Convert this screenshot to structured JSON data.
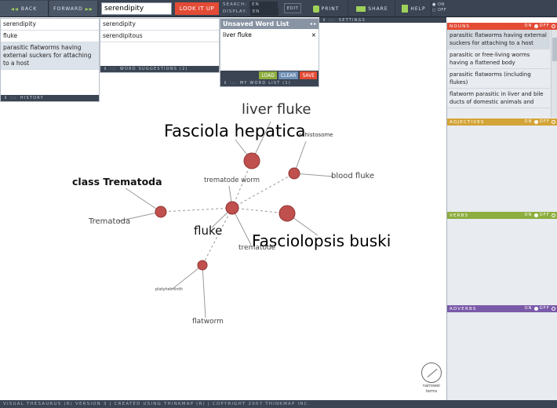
{
  "toolbar": {
    "back_label": "BACK",
    "forward_label": "FORWARD",
    "search_value": "serendipity",
    "lookup_label": "LOOK IT UP",
    "search_lang_label": "SEARCH:",
    "search_lang_value": "EN",
    "display_lang_label": "DISPLAY:",
    "display_lang_value": "EN",
    "edit_label": "EDIT",
    "print_label": "PRINT",
    "share_label": "SHARE",
    "help_label": "HELP",
    "on_label": "ON",
    "off_label": "OFF"
  },
  "history": {
    "items": [
      "serendipity",
      "fluke",
      "parasitic flatworms having external suckers for attaching to a host"
    ],
    "footer_label": "HISTORY"
  },
  "suggestions": {
    "items": [
      "serendipity",
      "serendipitous"
    ],
    "footer_label": "WORD SUGGESTIONS (2)"
  },
  "word_list": {
    "title": "Unsaved Word List",
    "items": [
      "liver fluke"
    ],
    "load_label": "LOAD",
    "clear_label": "CLEAR",
    "save_label": "SAVE",
    "footer_label": "MY WORD LIST (1)"
  },
  "settings_label": "SETTINGS",
  "graph": {
    "labels": {
      "liver_fluke": "liver fluke",
      "fasciola": "Fasciola hepatica",
      "schistosome": "schistosome",
      "blood_fluke": "blood fluke",
      "trematode_worm": "trematode worm",
      "class_trematoda": "class Trematoda",
      "trematoda": "Trematoda",
      "fluke": "fluke",
      "fasciolopsis": "Fasciolopsis buski",
      "trematode": "trematode",
      "platyhelminth": "platyhelminth",
      "flatworm": "flatworm"
    },
    "node_color": "#c0504d"
  },
  "sidebar": {
    "nouns_label": "NOUNS",
    "nouns": [
      "parasitic flatworms having external suckers for attaching to a host",
      "parasitic or free-living worms having a flattened body",
      "parasitic flatworms (including flukes)",
      "flatworm parasitic in liver and bile ducts of domestic animals and"
    ],
    "adjectives_label": "ADJECTIVES",
    "verbs_label": "VERBS",
    "adverbs_label": "ADVERBS",
    "on_label": "ON",
    "off_label": "OFF",
    "colors": {
      "nouns": "#e34b35",
      "adjectives": "#d3a437",
      "verbs": "#8dad3e",
      "adverbs": "#7a5aa8"
    }
  },
  "narrower": {
    "line1": "narrower",
    "line2": "terms"
  },
  "footer_text": "VISUAL THESAURUS (R) VERSION 3 | CREATED USING THINKMAP (R) | COPYRIGHT 2007 THINKMAP INC."
}
